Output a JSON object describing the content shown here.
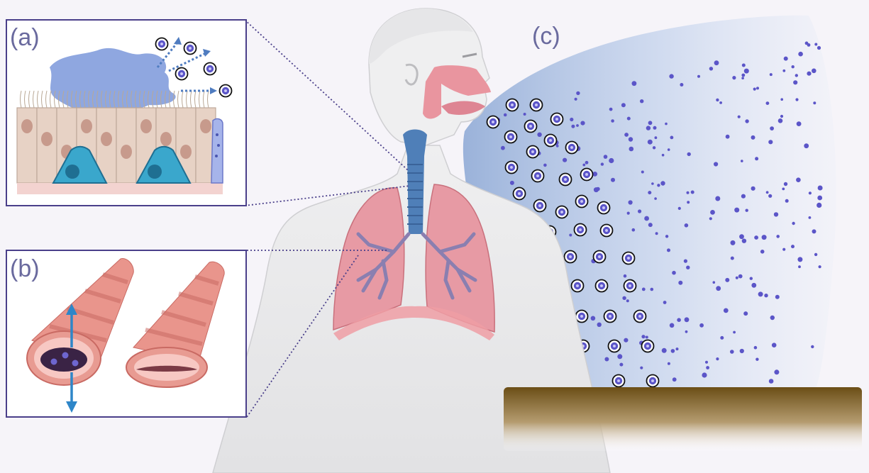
{
  "panels": {
    "a": {
      "label": "(a)"
    },
    "b": {
      "label": "(b)"
    },
    "c": {
      "label": "(c)"
    }
  },
  "colors": {
    "background": "#f6f4f9",
    "panel_border": "#4a3f8a",
    "lung": "#e79aa4",
    "trachea": "#4f7fb8",
    "mucus": "#8fa7e0",
    "epithelium": "#e7d2c5",
    "basal_cell": "#3aa7cc",
    "airway": "#e98f87",
    "plume": "#4f7cc0",
    "particle": "#5b55c8",
    "ground": "#7a5a1f"
  },
  "icons": {
    "particle": "virus-particle-icon",
    "arrow": "dotted-arrow-icon"
  }
}
